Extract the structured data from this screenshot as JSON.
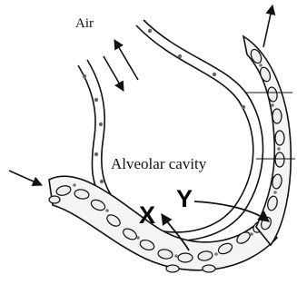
{
  "diagram": {
    "labels": {
      "air": "Air",
      "cavity": "Alveolar cavity",
      "x": "X",
      "y": "Y"
    },
    "colors": {
      "ink": "#111111",
      "cell_fill": "#eeeeee",
      "nucleus_fill": "#b8b8b8",
      "background": "#ffffff"
    }
  }
}
